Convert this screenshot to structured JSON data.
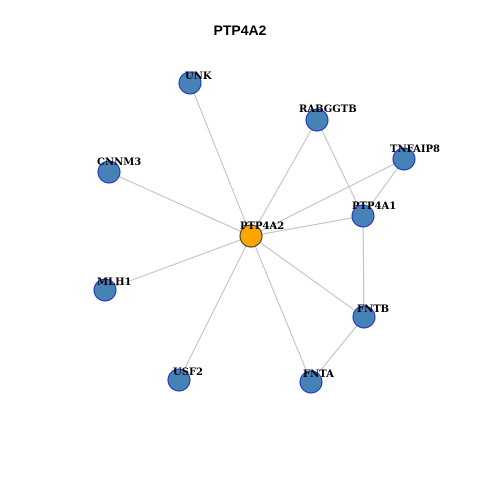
{
  "title": "PTP4A2",
  "colors": {
    "hub_fill": "#FFA500",
    "node_fill": "#4682B4",
    "node_stroke": "#1C2FC8",
    "hub_stroke": "#333333",
    "edge": "#BEBEBE"
  },
  "nodes": [
    {
      "id": "PTP4A2",
      "label": "PTP4A2",
      "hub": true
    },
    {
      "id": "UNK",
      "label": "UNK",
      "hub": false
    },
    {
      "id": "RABGGTB",
      "label": "RABGGTB",
      "hub": false
    },
    {
      "id": "TNFAIP8",
      "label": "TNFAIP8",
      "hub": false
    },
    {
      "id": "CNNM3",
      "label": "CNNM3",
      "hub": false
    },
    {
      "id": "PTP4A1",
      "label": "PTP4A1",
      "hub": false
    },
    {
      "id": "MLH1",
      "label": "MLH1",
      "hub": false
    },
    {
      "id": "FNTB",
      "label": "FNTB",
      "hub": false
    },
    {
      "id": "USF2",
      "label": "USF2",
      "hub": false
    },
    {
      "id": "FNTA",
      "label": "FNTA",
      "hub": false
    }
  ],
  "edges": [
    [
      "PTP4A2",
      "UNK"
    ],
    [
      "PTP4A2",
      "RABGGTB"
    ],
    [
      "PTP4A2",
      "TNFAIP8"
    ],
    [
      "PTP4A2",
      "CNNM3"
    ],
    [
      "PTP4A2",
      "PTP4A1"
    ],
    [
      "PTP4A2",
      "MLH1"
    ],
    [
      "PTP4A2",
      "FNTB"
    ],
    [
      "PTP4A2",
      "USF2"
    ],
    [
      "PTP4A2",
      "FNTA"
    ],
    [
      "RABGGTB",
      "PTP4A1"
    ],
    [
      "TNFAIP8",
      "PTP4A1"
    ],
    [
      "PTP4A1",
      "FNTB"
    ],
    [
      "FNTB",
      "FNTA"
    ]
  ]
}
